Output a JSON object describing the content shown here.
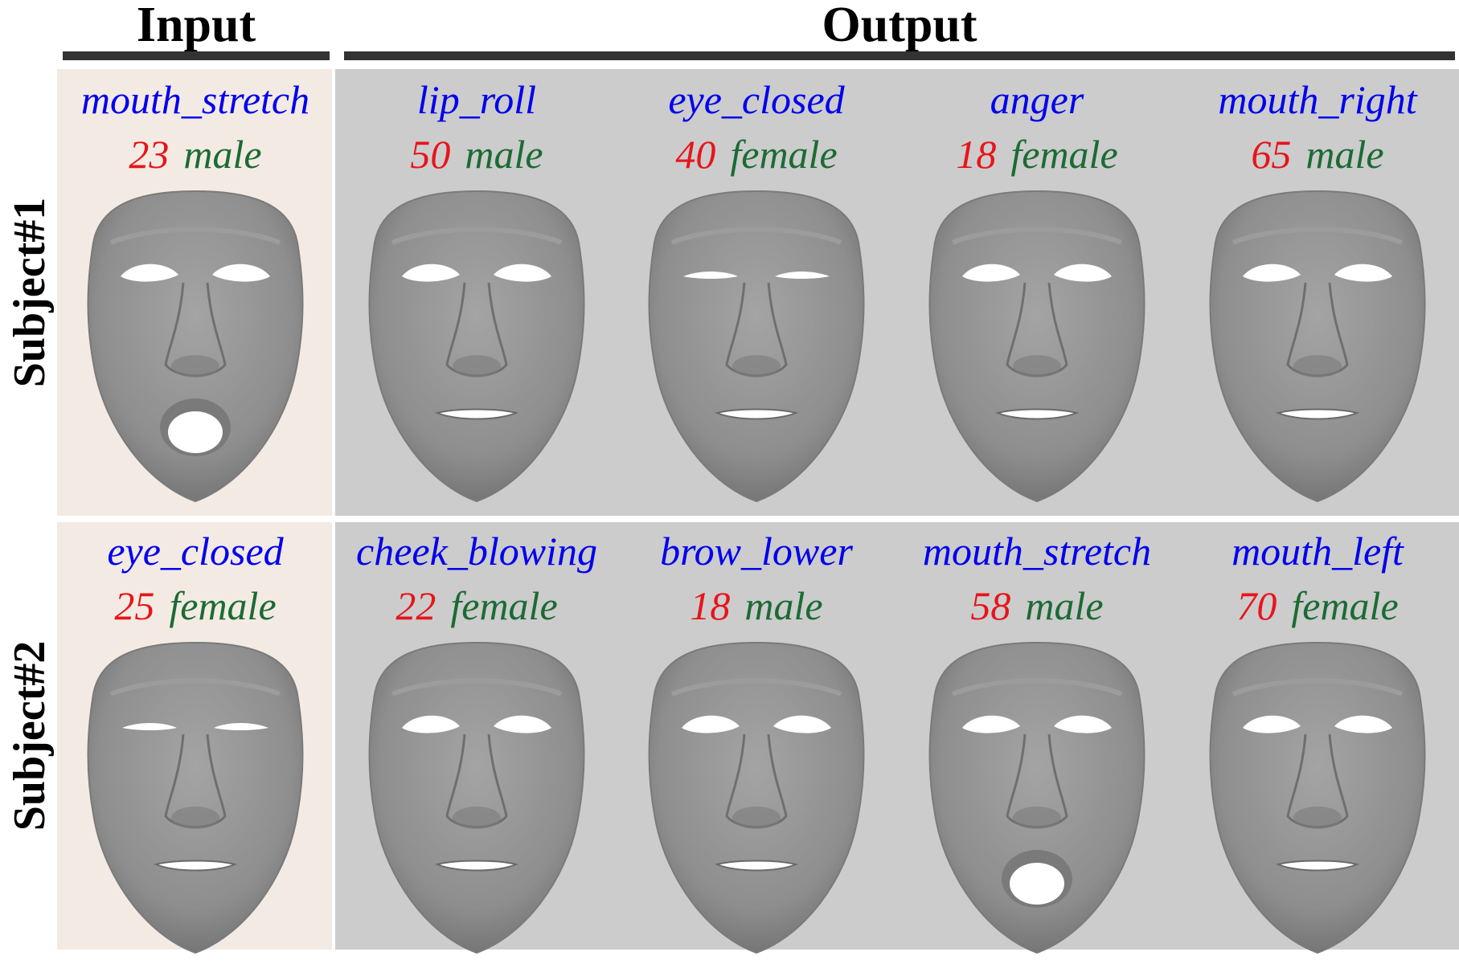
{
  "headers": {
    "input": "Input",
    "output": "Output"
  },
  "colors": {
    "expression": "#0000ee",
    "age": "#e8141b",
    "gender": "#1b6b33",
    "input_panel": "#f3ebe3",
    "output_panel": "#cccccc",
    "face": "#8e8e8e"
  },
  "rows": [
    {
      "label": "Subject#1",
      "cells": [
        {
          "expression": "mouth_stretch",
          "age": "23",
          "gender": "male",
          "face_icon": "face-mesh-icon"
        },
        {
          "expression": "lip_roll",
          "age": "50",
          "gender": "male",
          "face_icon": "face-mesh-icon"
        },
        {
          "expression": "eye_closed",
          "age": "40",
          "gender": "female",
          "face_icon": "face-mesh-icon"
        },
        {
          "expression": "anger",
          "age": "18",
          "gender": "female",
          "face_icon": "face-mesh-icon"
        },
        {
          "expression": "mouth_right",
          "age": "65",
          "gender": "male",
          "face_icon": "face-mesh-icon"
        }
      ]
    },
    {
      "label": "Subject#2",
      "cells": [
        {
          "expression": "eye_closed",
          "age": "25",
          "gender": "female",
          "face_icon": "face-mesh-icon"
        },
        {
          "expression": "cheek_blowing",
          "age": "22",
          "gender": "female",
          "face_icon": "face-mesh-icon"
        },
        {
          "expression": "brow_lower",
          "age": "18",
          "gender": "male",
          "face_icon": "face-mesh-icon"
        },
        {
          "expression": "mouth_stretch",
          "age": "58",
          "gender": "male",
          "face_icon": "face-mesh-icon"
        },
        {
          "expression": "mouth_left",
          "age": "70",
          "gender": "female",
          "face_icon": "face-mesh-icon"
        }
      ]
    }
  ]
}
